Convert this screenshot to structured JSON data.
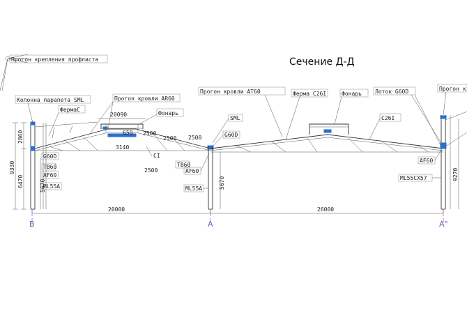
{
  "title": "Сечение Д-Д",
  "labels": {
    "progon_profile": "Прогон крепления профлиста",
    "kolonna_parapeta": "Колонна парапета SML",
    "ferma_c": "ФермаС",
    "progon_roof_ar60": "Прогон кровли AR60",
    "fonar_left": "Фонарь",
    "sml_left": "SML",
    "g60d_left": "G60D",
    "tb60_left": "TB60",
    "af60_left": "AF60",
    "ml55a_left": "ML55A",
    "g60d_mid": "G60D",
    "tb60_mid": "TB60",
    "af60_mid": "AF60",
    "ml55a_mid": "ML55A",
    "ci": "CI",
    "progon_roof_at60": "Прогон кровли AT60",
    "ferma_c26i": "Ферма C26I",
    "fonar_right": "Фонарь",
    "c26i": "C26I",
    "lotok_g60d": "Лоток G60D",
    "progon_right": "Прогон к",
    "af60_right": "AF60",
    "ml55cx57": "ML55CX57"
  },
  "dimensions": {
    "d20090": "20090",
    "d650": "650",
    "d3140": "3140",
    "d2500_a": "2500",
    "d2500_b": "2500",
    "d2500_c": "2500",
    "d2500_d": "2500",
    "h2860": "2860",
    "h9330": "9330",
    "h6470": "6470",
    "h5670_left": "5670",
    "h5670_mid": "5670",
    "h9270": "9270",
    "span_left": "20000",
    "span_right": "26000"
  },
  "axes": {
    "b": "B",
    "a": "A",
    "a2": "A\""
  }
}
